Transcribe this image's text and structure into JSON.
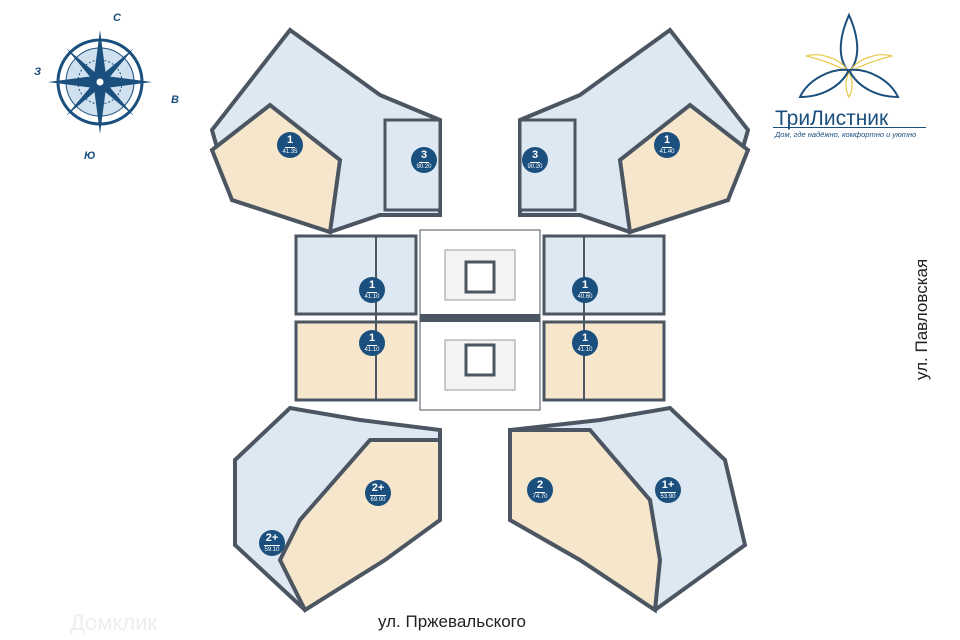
{
  "logo": {
    "title": "ТриЛистник",
    "tagline": "Дом, где надёжно, комфортно и уютно",
    "colors": {
      "blue": "#1b4f7d",
      "yellow": "#e8c84a"
    }
  },
  "compass": {
    "north": "С",
    "west": "З",
    "east": "В",
    "south": "Ю"
  },
  "streets": {
    "south": "ул. Пржевальского",
    "east": "ул. Павловская"
  },
  "watermark": "Домклик",
  "apartments": [
    {
      "rooms": "1",
      "area": "41.35"
    },
    {
      "rooms": "3",
      "area": "90.20"
    },
    {
      "rooms": "3",
      "area": "90.20"
    },
    {
      "rooms": "1",
      "area": "41.40"
    },
    {
      "rooms": "1",
      "area": "41.10"
    },
    {
      "rooms": "1",
      "area": "40.60"
    },
    {
      "rooms": "1",
      "area": "41.10"
    },
    {
      "rooms": "1",
      "area": "41.10"
    },
    {
      "rooms": "2+",
      "area": "59.10"
    },
    {
      "rooms": "2+",
      "area": "69.00"
    },
    {
      "rooms": "2",
      "area": "74.70"
    },
    {
      "rooms": "1+",
      "area": "53.90"
    }
  ],
  "colors": {
    "blue_unit": "#dde8f2",
    "beige_unit": "#f6e6cc",
    "wall": "#4b5662",
    "badge": "#1b4f7d"
  }
}
